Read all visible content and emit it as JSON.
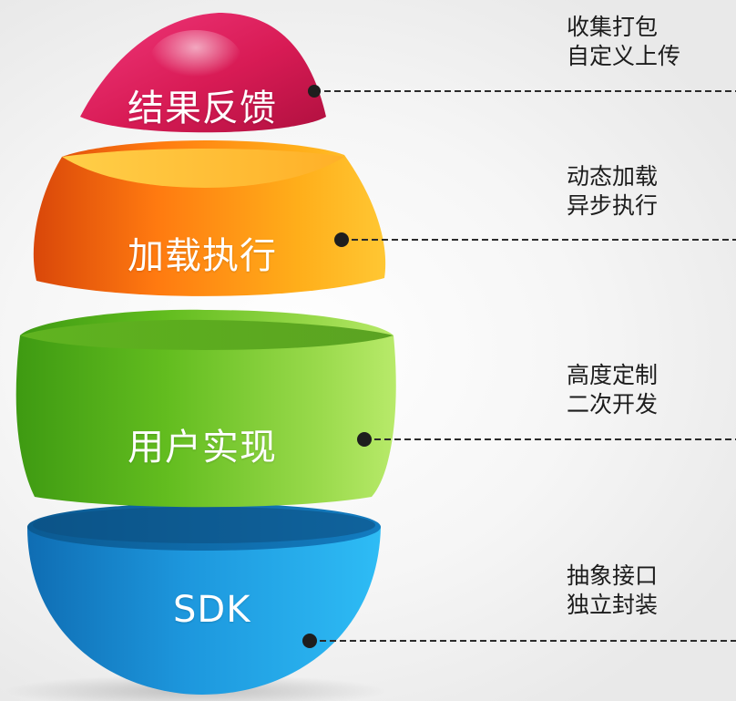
{
  "layers": [
    {
      "label": "结果反馈",
      "color": "#d81b55",
      "descriptions": [
        "收集打包",
        "自定义上传"
      ]
    },
    {
      "label": "加载执行",
      "color": "#ff8a00",
      "descriptions": [
        "动态加载",
        "异步执行"
      ]
    },
    {
      "label": "用户实现",
      "color": "#6fc21a",
      "descriptions": [
        "高度定制",
        "二次开发"
      ]
    },
    {
      "label": "SDK",
      "color": "#1a8fd6",
      "descriptions": [
        "抽象接口",
        "独立封装"
      ]
    }
  ]
}
